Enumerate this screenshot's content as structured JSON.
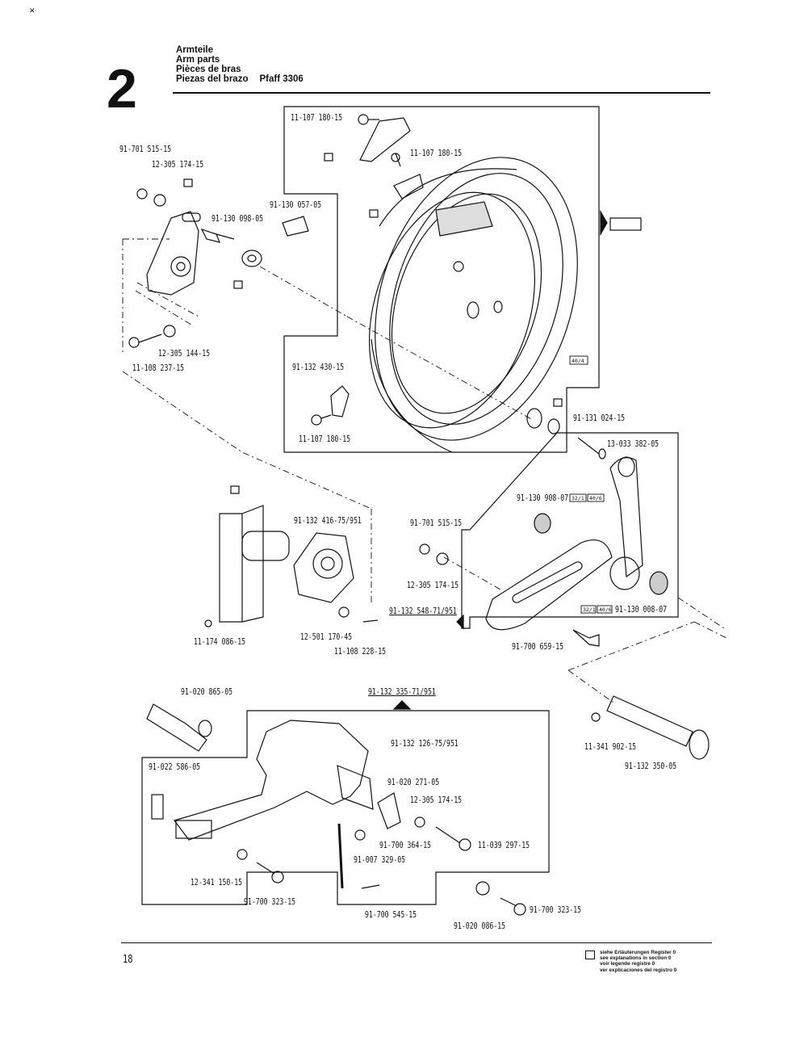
{
  "header": {
    "section_number": "2",
    "title_de": "Armteile",
    "title_en": "Arm parts",
    "title_fr": "Pièces de bras",
    "title_es": "Piezas del brazo",
    "model": "Pfaff 3306"
  },
  "part_labels": {
    "p01": "91-701 515-15",
    "p02": "12-305 174-15",
    "p03": "91-130 098-05",
    "p04": "91-130 057-05",
    "p05": "11-107 180-15",
    "p06": "11-107 180-15",
    "p07": "12-305 144-15",
    "p08": "11-108 237-15",
    "p09": "91-132 430-15",
    "p10": "11-107 180-15",
    "p11": "91-131 024-15",
    "p12": "13-033 382-05",
    "p13": "91-130 908-07",
    "p14": "91-701 515-15",
    "p15": "12-305 174-15",
    "p16": "91-132 548-71/951",
    "p17": "91-130 008-07",
    "p18": "91-700 659-15",
    "p19": "91-132 416-75/951",
    "p20": "11-174 086-15",
    "p21": "12-501 170-45",
    "p22": "11-108 228-15",
    "p23": "91-020 865-05",
    "p24": "91-132 335-71/951",
    "p25": "91-132 126-75/951",
    "p26": "91-022 586-05",
    "p27": "91-020 271-05",
    "p28": "12-305 174-15",
    "p29": "91-700 364-15",
    "p30": "11-039 297-15",
    "p31": "91-007 329-05",
    "p32": "12-341 150-15",
    "p33": "91-700 323-15",
    "p34": "91-700 545-15",
    "p35": "91-020 086-15",
    "p36": "91-700 323-15",
    "p37": "11-341 902-15",
    "p38": "91-132 350-05"
  },
  "ref_tags": {
    "r1": "40/4",
    "r2": "32/1",
    "r3": "40/6",
    "r4": "32/1",
    "r5": "40/6"
  },
  "footer": {
    "page_number": "18",
    "legend_de": "siehe Erläuterungen Register 0",
    "legend_en": "see explanations in section 0",
    "legend_fr": "voir legende registre 0",
    "legend_es": "ver explicaciones del registro 0"
  }
}
